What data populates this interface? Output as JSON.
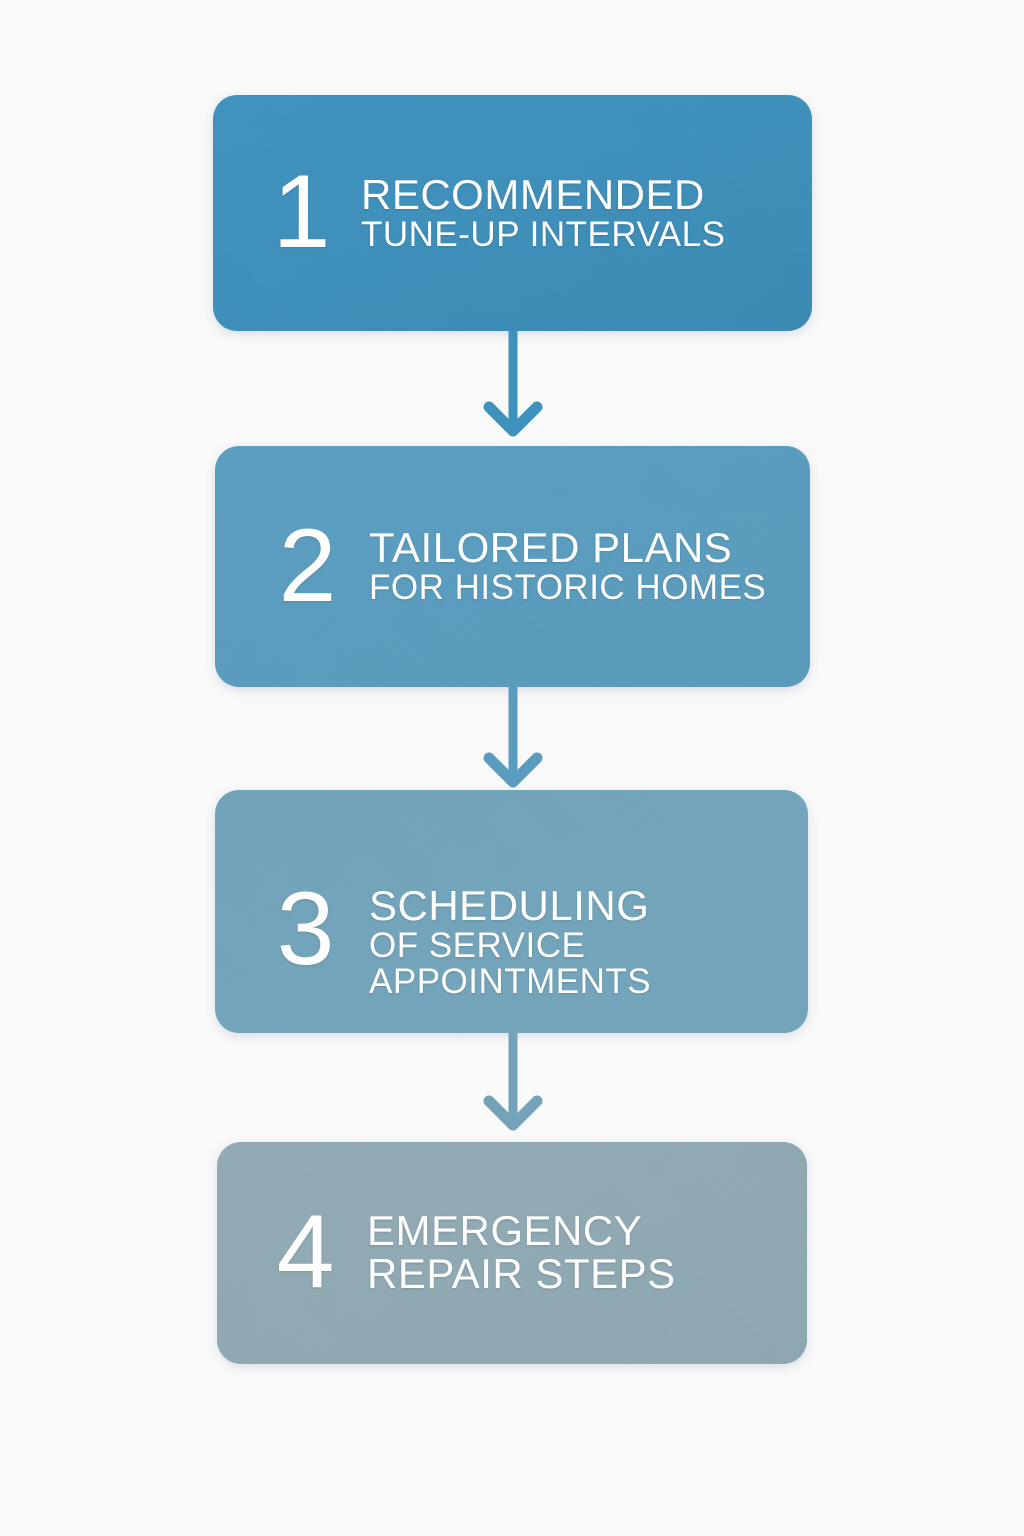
{
  "page": {
    "background_color": "#fbfbfc",
    "title": "Vertical four-step process flowchart",
    "orientation": "vertical-top-to-bottom"
  },
  "chart_data": {
    "type": "diagram",
    "diagram_kind": "vertical-flowchart",
    "step_count": 4,
    "connector_type": "down-arrow",
    "steps": [
      {
        "number": "1",
        "lines": [
          "Recommended",
          "Tune-Up Intervals"
        ],
        "fill_start": "#3f95c2",
        "fill_end": "#3b8cb6",
        "text_color": "#ffffff"
      },
      {
        "number": "2",
        "lines": [
          "Tailored Plans",
          "For Historic Homes"
        ],
        "fill_start": "#5ba0c4",
        "fill_end": "#5a9cbd",
        "text_color": "#ffffff"
      },
      {
        "number": "3",
        "lines": [
          "Scheduling",
          "Of Service",
          "Appointments"
        ],
        "fill_start": "#71a5bd",
        "fill_end": "#74a7bd",
        "text_color": "#ffffff"
      },
      {
        "number": "4",
        "lines": [
          "Emergency",
          "Repair Steps"
        ],
        "fill_start": "#93adb6",
        "fill_end": "#8fa9b3",
        "text_color": "#ffffff"
      }
    ],
    "connectors": [
      {
        "from_step": "1",
        "to_step": "2",
        "color": "#3f92bf"
      },
      {
        "from_step": "2",
        "to_step": "3",
        "color": "#5a9dc0"
      },
      {
        "from_step": "3",
        "to_step": "4",
        "color": "#74a4ba"
      }
    ]
  }
}
